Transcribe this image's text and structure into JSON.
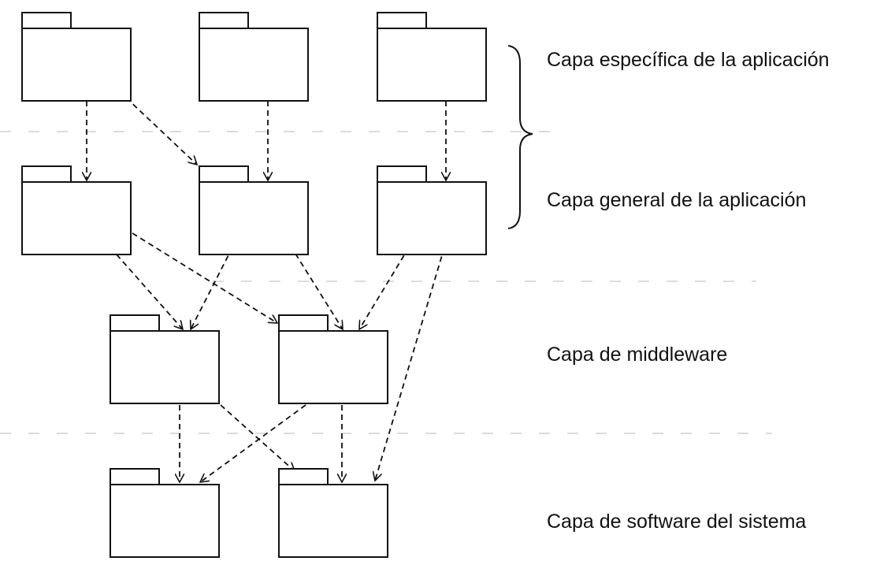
{
  "layers": [
    {
      "id": "application-specific",
      "label": "Capa específica de la aplicación"
    },
    {
      "id": "application-general",
      "label": "Capa general de la aplicación"
    },
    {
      "id": "middleware",
      "label": "Capa de middleware"
    },
    {
      "id": "system-software",
      "label": "Capa de software del sistema"
    }
  ],
  "packages": [
    {
      "id": "specific-1",
      "layer": "application-specific"
    },
    {
      "id": "specific-2",
      "layer": "application-specific"
    },
    {
      "id": "specific-3",
      "layer": "application-specific"
    },
    {
      "id": "general-1",
      "layer": "application-general"
    },
    {
      "id": "general-2",
      "layer": "application-general"
    },
    {
      "id": "general-3",
      "layer": "application-general"
    },
    {
      "id": "middleware-1",
      "layer": "middleware"
    },
    {
      "id": "middleware-2",
      "layer": "middleware"
    },
    {
      "id": "system-1",
      "layer": "system-software"
    },
    {
      "id": "system-2",
      "layer": "system-software"
    }
  ],
  "dependencies": [
    {
      "from": "specific-1",
      "to": "general-1"
    },
    {
      "from": "specific-1",
      "to": "general-2"
    },
    {
      "from": "specific-2",
      "to": "general-2"
    },
    {
      "from": "specific-3",
      "to": "general-3"
    },
    {
      "from": "general-1",
      "to": "middleware-1"
    },
    {
      "from": "general-1",
      "to": "middleware-2"
    },
    {
      "from": "general-2",
      "to": "middleware-1"
    },
    {
      "from": "general-2",
      "to": "middleware-2"
    },
    {
      "from": "general-3",
      "to": "middleware-2"
    },
    {
      "from": "general-3",
      "to": "system-2"
    },
    {
      "from": "middleware-1",
      "to": "system-1"
    },
    {
      "from": "middleware-1",
      "to": "system-2"
    },
    {
      "from": "middleware-2",
      "to": "system-1"
    },
    {
      "from": "middleware-2",
      "to": "system-2"
    }
  ],
  "brace_spans_layers": [
    "application-specific",
    "application-general"
  ]
}
